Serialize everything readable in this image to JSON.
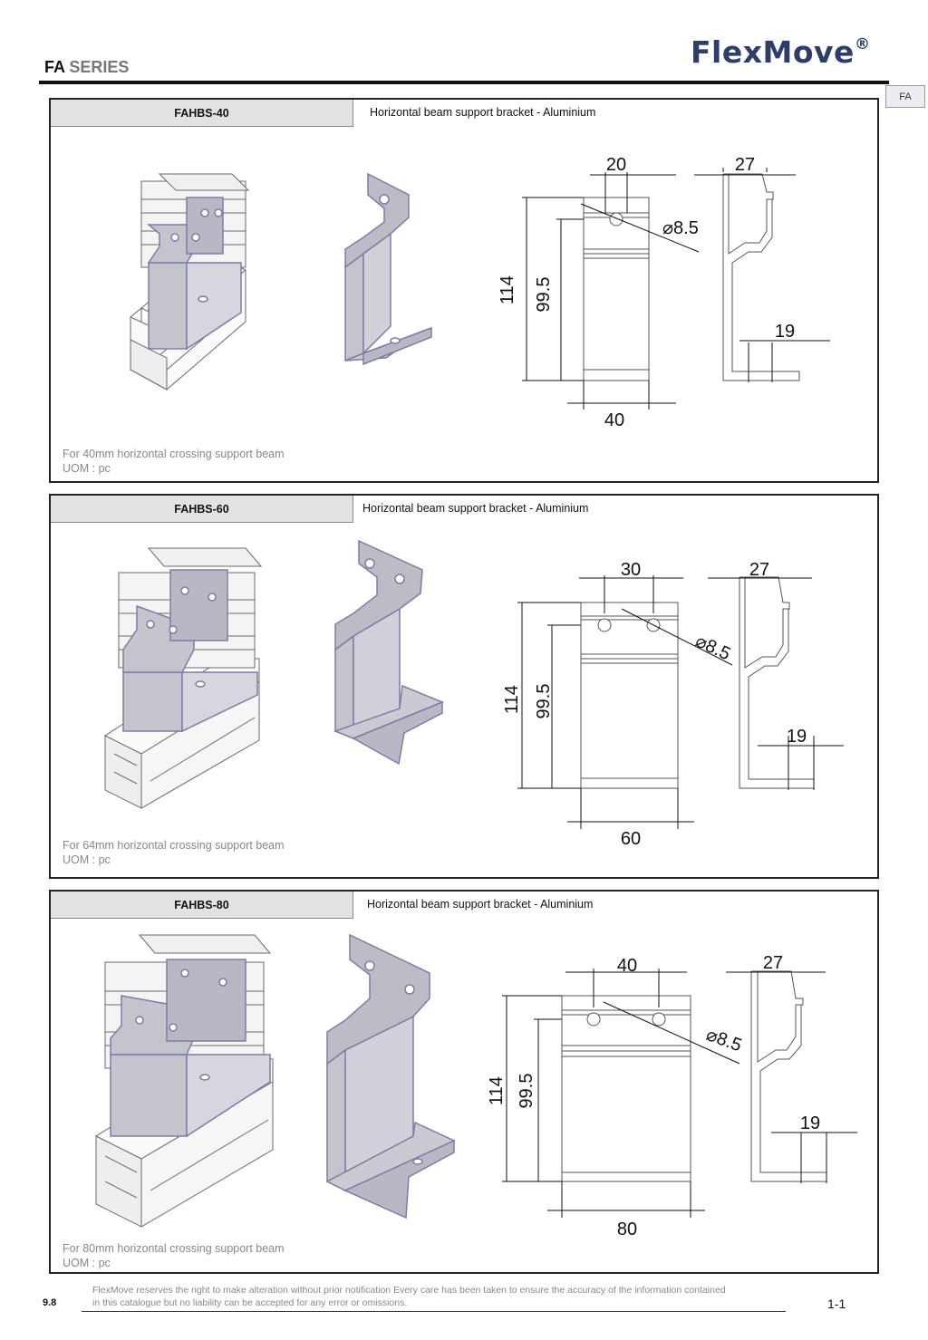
{
  "header": {
    "series_prefix": "FA",
    "series_suffix": "SERIES",
    "brand": "FlexMove",
    "brand_mark": "®",
    "side_tab": "FA"
  },
  "products": [
    {
      "code": "FAHBS-40",
      "description": "Horizontal beam support bracket - Aluminium",
      "note_line1": "For 40mm horizontal crossing support beam",
      "note_line2": "UOM :  pc",
      "dims": {
        "top_width": "20",
        "depth": "27",
        "hole": "8.5",
        "height": "114",
        "hole_height": "99.5",
        "width": "40",
        "flange": "19"
      }
    },
    {
      "code": "FAHBS-60",
      "description": "Horizontal beam support bracket - Aluminium",
      "note_line1": "For 64mm horizontal crossing support beam",
      "note_line2": "UOM : pc",
      "dims": {
        "top_width": "30",
        "depth": "27",
        "hole": "8.5",
        "height": "114",
        "hole_height": "99.5",
        "width": "60",
        "flange": "19"
      }
    },
    {
      "code": "FAHBS-80",
      "description": "Horizontal beam support bracket - Aluminium",
      "note_line1": "For 80mm horizontal crossing support beam",
      "note_line2": "UOM : pc",
      "dims": {
        "top_width": "40",
        "depth": "27",
        "hole": "8.5",
        "height": "114",
        "hole_height": "99.5",
        "width": "80",
        "flange": "19"
      }
    }
  ],
  "footer": {
    "page_section": "9.8",
    "disclaimer_line1": "FlexMove reserves the right to make alteration without prior notification Every care has been taken to ensure the accuracy of the information contained",
    "disclaimer_line2": "in this catalogue but no liability can be accepted for any error or omissions.",
    "page_number": "1-1"
  },
  "colors": {
    "bracket_fill": "#c4c4cc",
    "bracket_edge": "#7c7ca8",
    "rule": "#111111",
    "brand": "#2f3d6b"
  }
}
